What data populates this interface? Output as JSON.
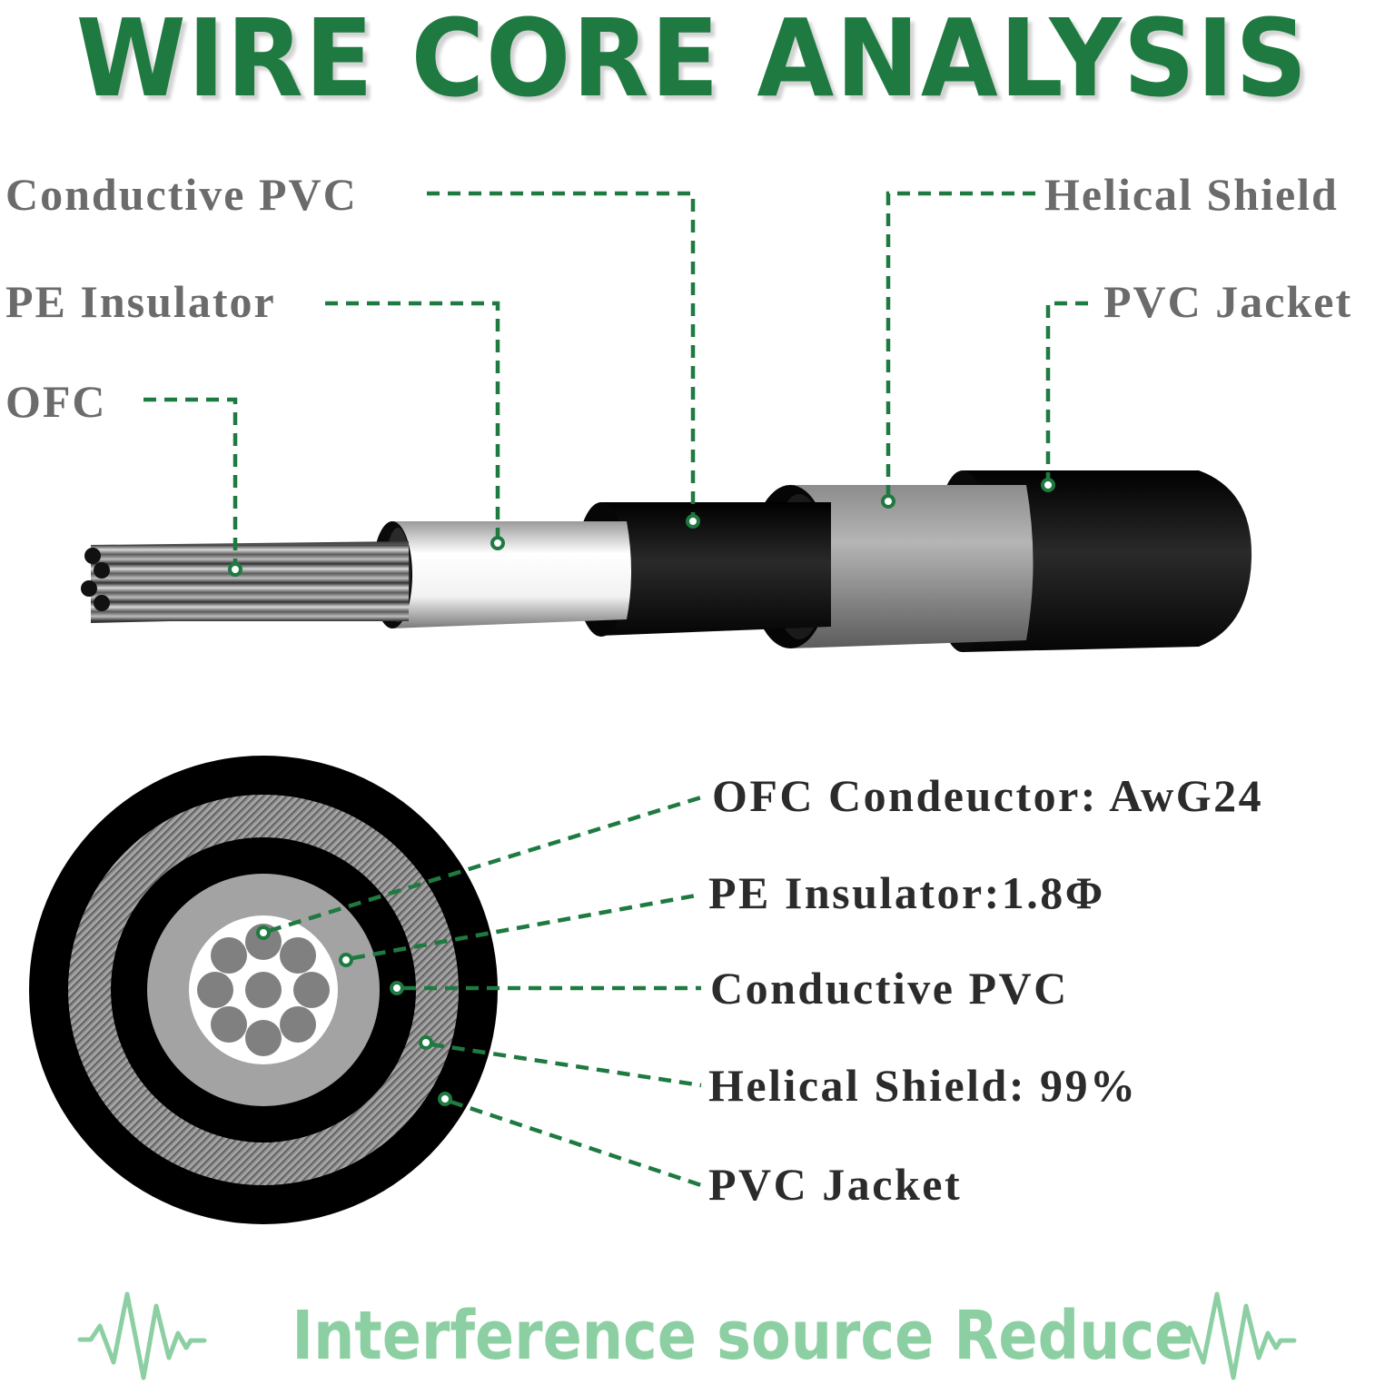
{
  "title": "WIRE CORE ANALYSIS",
  "side_view": {
    "labels": [
      {
        "id": "conductive-pvc",
        "text": "Conductive PVC"
      },
      {
        "id": "pe-insulator",
        "text": "PE Insulator"
      },
      {
        "id": "ofc",
        "text": "OFC"
      },
      {
        "id": "helical-shield",
        "text": "Helical Shield"
      },
      {
        "id": "pvc-jacket",
        "text": "PVC Jacket"
      }
    ]
  },
  "cross_section": {
    "specs": [
      {
        "id": "ofc-conductor",
        "text": "OFC Condeuctor: AwG24"
      },
      {
        "id": "pe-insulator",
        "text": "PE Insulator:1.8Φ"
      },
      {
        "id": "conductive-pvc",
        "text": "Conductive PVC"
      },
      {
        "id": "helical-shield",
        "text": "Helical Shield: 99%"
      },
      {
        "id": "pvc-jacket",
        "text": "PVC Jacket"
      }
    ]
  },
  "footer": {
    "text": "Interference source Reduce",
    "left_icon": "waveform-icon",
    "right_icon": "waveform-icon"
  },
  "colors": {
    "title_green": "#1e7a40",
    "leader_green": "#1e7a40",
    "footer_green": "#8ccfa2",
    "label_gray": "#6b6b6b",
    "spec_dark": "#2b2b2b"
  }
}
